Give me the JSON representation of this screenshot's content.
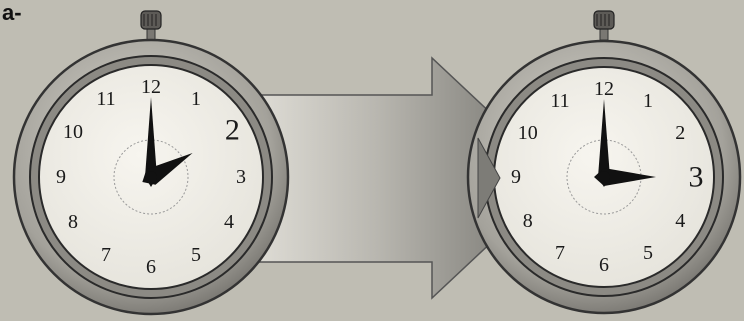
{
  "figure": {
    "label": "a-"
  },
  "clocks": [
    {
      "id": "left",
      "hour_hand_hour": 2,
      "minute_hand_minute": 0,
      "numerals": [
        "12",
        "1",
        "2",
        "3",
        "4",
        "5",
        "6",
        "7",
        "8",
        "9",
        "10",
        "11"
      ],
      "emphasized_numeral": "2"
    },
    {
      "id": "right",
      "hour_hand_hour": 3,
      "minute_hand_minute": 0,
      "numerals": [
        "12",
        "1",
        "2",
        "3",
        "4",
        "5",
        "6",
        "7",
        "8",
        "9",
        "10",
        "11"
      ],
      "emphasized_numeral": "3"
    }
  ],
  "colors": {
    "background": "#bfbdb3",
    "case": "#8f8d87",
    "face": "#f3f1ea",
    "hands": "#111111",
    "arrow_light": "#e8e6df",
    "arrow_dark": "#6e6d68"
  }
}
